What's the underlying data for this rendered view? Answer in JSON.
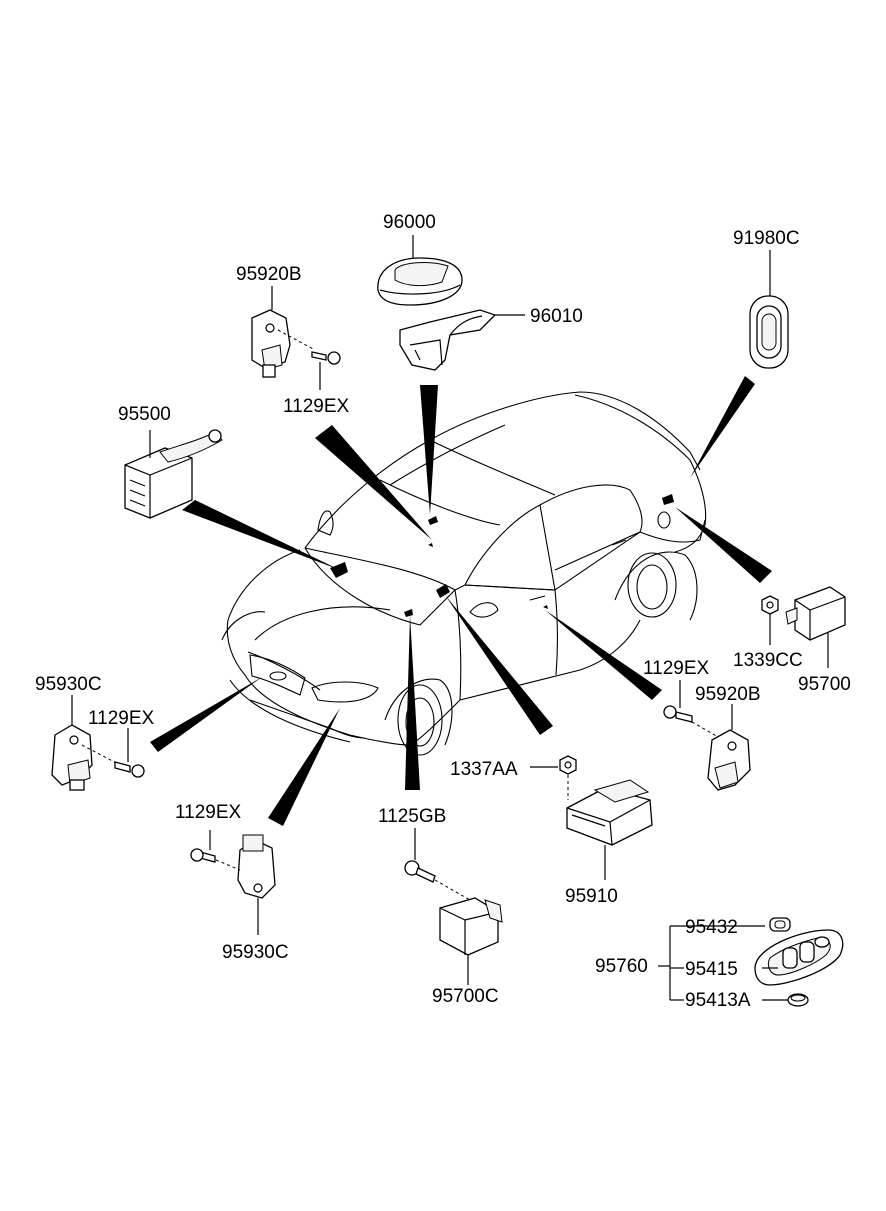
{
  "labels": {
    "p96000": "96000",
    "p96010": "96010",
    "p91980C": "91980C",
    "p95920B_top": "95920B",
    "p1129EX_top": "1129EX",
    "p95500": "95500",
    "p95930C_left": "95930C",
    "p1129EX_left": "1129EX",
    "p1129EX_right": "1129EX",
    "p95920B_right": "95920B",
    "p1339CC": "1339CC",
    "p95700": "95700",
    "p1337AA": "1337AA",
    "p95910": "95910",
    "p1129EX_bottom": "1129EX",
    "p95930C_bottom": "95930C",
    "p1125GB": "1125GB",
    "p95700C": "95700C",
    "p95432": "95432",
    "p95760": "95760",
    "p95415": "95415",
    "p95413A": "95413A"
  }
}
